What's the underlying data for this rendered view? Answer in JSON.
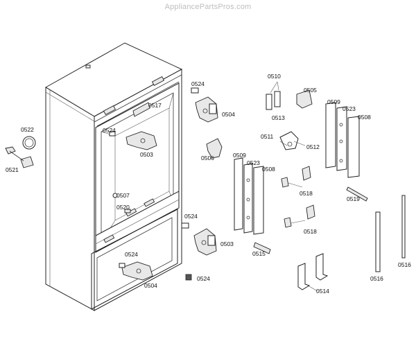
{
  "watermark": "AppliancePartsPros.com",
  "labels": {
    "l0524a": "0524",
    "l0517": "0517",
    "l0524b": "0524",
    "l0503a": "0503",
    "l0522": "0522",
    "l0521": "0521",
    "l0507": "0507",
    "l0520": "0520",
    "l0524c": "0524",
    "l0504a": "0504",
    "l0524d": "0524",
    "l0503b": "0503",
    "l0524e": "0524",
    "l0504b": "0504",
    "l0506": "0506",
    "l0509a": "0509",
    "l0523a": "0523",
    "l0508a": "0508",
    "l0515": "0515",
    "l0510": "0510",
    "l0505": "0505",
    "l0513": "0513",
    "l0511": "0511",
    "l0512": "0512",
    "l0518a": "0518",
    "l0518b": "0518",
    "l0509b": "0509",
    "l0523b": "0523",
    "l0508b": "0508",
    "l0519": "0519",
    "l0514": "0514",
    "l0516a": "0516",
    "l0516b": "0516"
  }
}
